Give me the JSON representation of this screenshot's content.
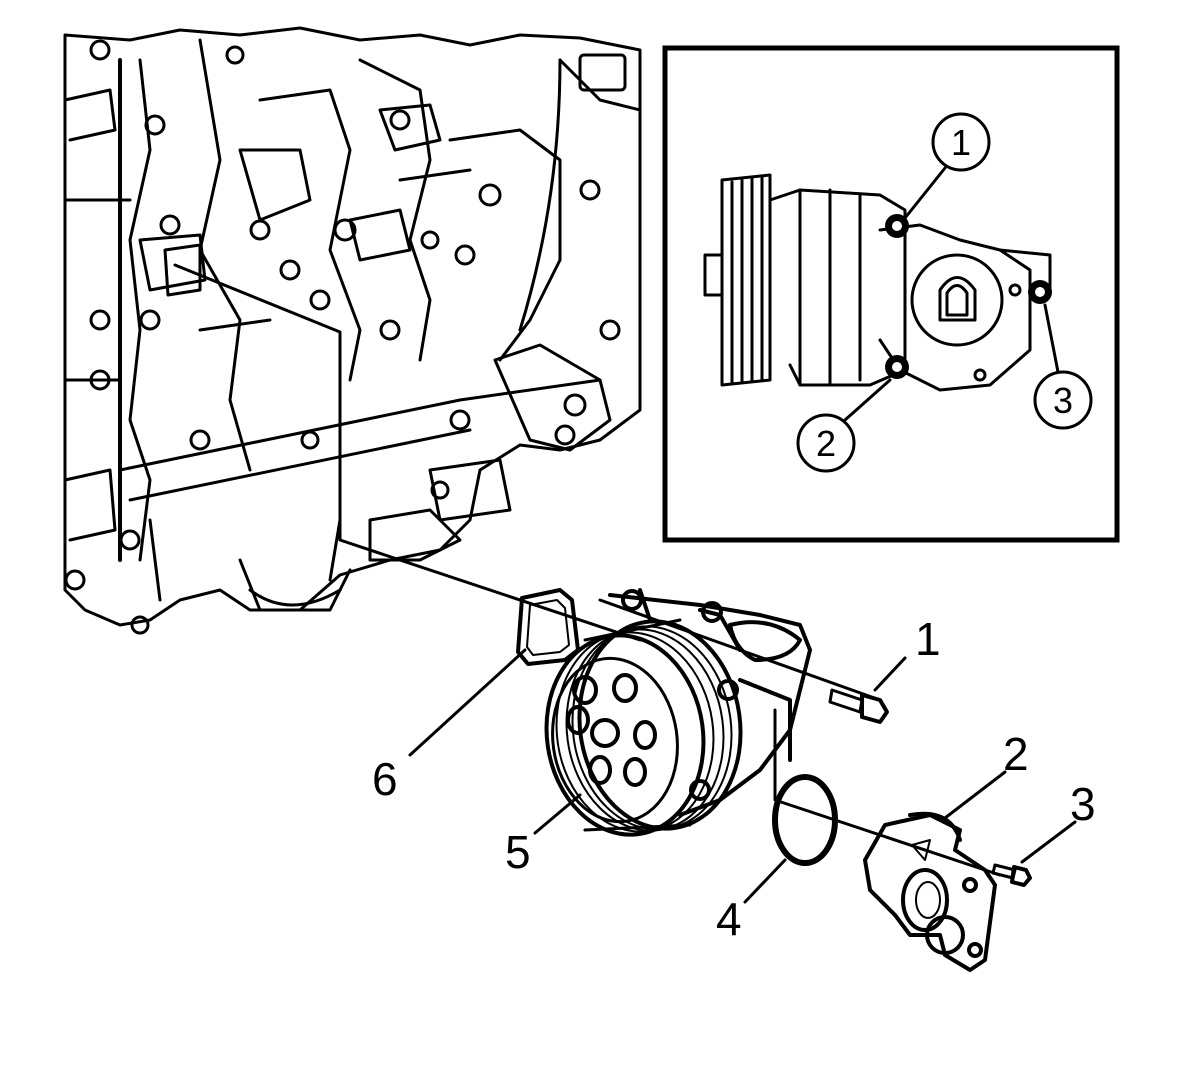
{
  "colors": {
    "ink": "#000000",
    "paper": "#ffffff"
  },
  "inset": {
    "callouts": [
      {
        "id": "inset-1",
        "label": "1"
      },
      {
        "id": "inset-2",
        "label": "2"
      },
      {
        "id": "inset-3",
        "label": "3"
      }
    ]
  },
  "callouts": [
    {
      "id": "callout-1",
      "label": "1"
    },
    {
      "id": "callout-2",
      "label": "2"
    },
    {
      "id": "callout-3",
      "label": "3"
    },
    {
      "id": "callout-4",
      "label": "4"
    },
    {
      "id": "callout-5",
      "label": "5"
    },
    {
      "id": "callout-6",
      "label": "6"
    }
  ]
}
